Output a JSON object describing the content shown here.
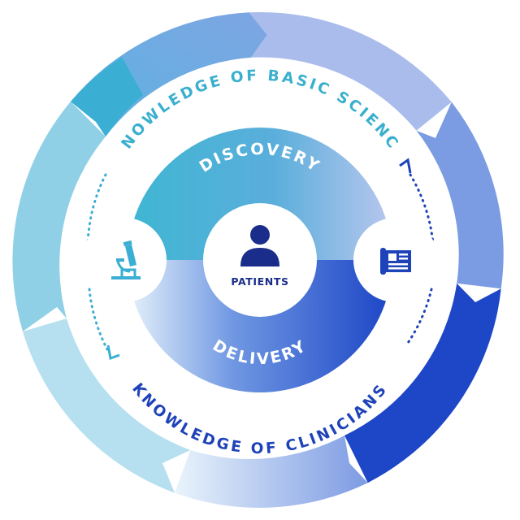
{
  "labels": {
    "outer_top": "KNOWLEDGE OF BASIC SCIENCE",
    "outer_bottom": "KNOWLEDGE OF CLINICIANS",
    "inner_top": "DISCOVERY",
    "inner_bottom": "DELIVERY",
    "center": "PATIENTS"
  },
  "icons": {
    "left": "microscope-icon",
    "right": "document-icon",
    "center": "person-icon"
  },
  "colors": {
    "teal": "#3fb4d2",
    "blue": "#1f4fc9",
    "navy": "#1a2d8a",
    "light": "#bfe6f1"
  }
}
